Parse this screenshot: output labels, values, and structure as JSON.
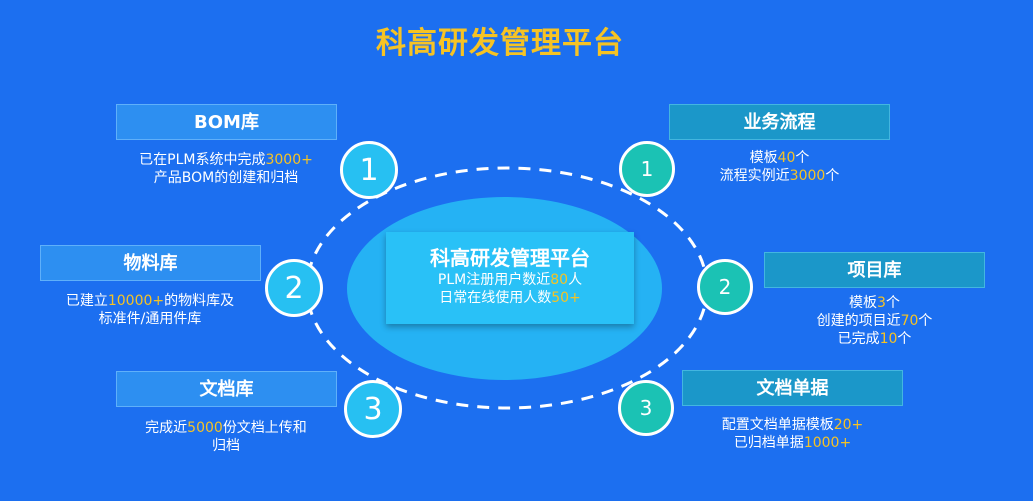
{
  "title": "科高研发管理平台",
  "center": {
    "title": "科高研发管理平台",
    "line1": {
      "a": "PLM注册用户数近",
      "num": "80",
      "b": "人"
    },
    "line2": {
      "a": "日常在线使用人数",
      "num": "50+",
      "b": ""
    }
  },
  "left": [
    {
      "num": "1",
      "label": "BOM库",
      "lines": [
        {
          "a": "已在PLM系统中完成",
          "num": "3000+",
          "b": ""
        },
        {
          "a": "产品BOM的创建和归档",
          "num": "",
          "b": ""
        }
      ]
    },
    {
      "num": "2",
      "label": "物料库",
      "lines": [
        {
          "a": "已建立",
          "num": "10000+",
          "b": "的物料库及"
        },
        {
          "a": "标准件/通用件库",
          "num": "",
          "b": ""
        }
      ]
    },
    {
      "num": "3",
      "label": "文档库",
      "lines": [
        {
          "a": "完成近",
          "num": "5000",
          "b": "份文档上传和"
        },
        {
          "a": "归档",
          "num": "",
          "b": ""
        }
      ]
    }
  ],
  "right": [
    {
      "num": "1",
      "label": "业务流程",
      "lines": [
        {
          "a": "模板",
          "num": "40",
          "b": "个"
        },
        {
          "a": "流程实例近",
          "num": "3000",
          "b": "个"
        }
      ]
    },
    {
      "num": "2",
      "label": "项目库",
      "lines": [
        {
          "a": "模板",
          "num": "3",
          "b": "个"
        },
        {
          "a": "创建的项目近",
          "num": "70",
          "b": "个"
        },
        {
          "a": "已完成",
          "num": "10",
          "b": "个"
        }
      ]
    },
    {
      "num": "3",
      "label": "文档单据",
      "lines": [
        {
          "a": "配置文档单据模板",
          "num": "20+",
          "b": ""
        },
        {
          "a": "已归档单据",
          "num": "1000+",
          "b": ""
        }
      ]
    }
  ],
  "colors": {
    "background": "#1c6ff0",
    "highlight": "#f6c324",
    "left_circle": "#27c0f2",
    "right_circle": "#1bc2b4"
  }
}
